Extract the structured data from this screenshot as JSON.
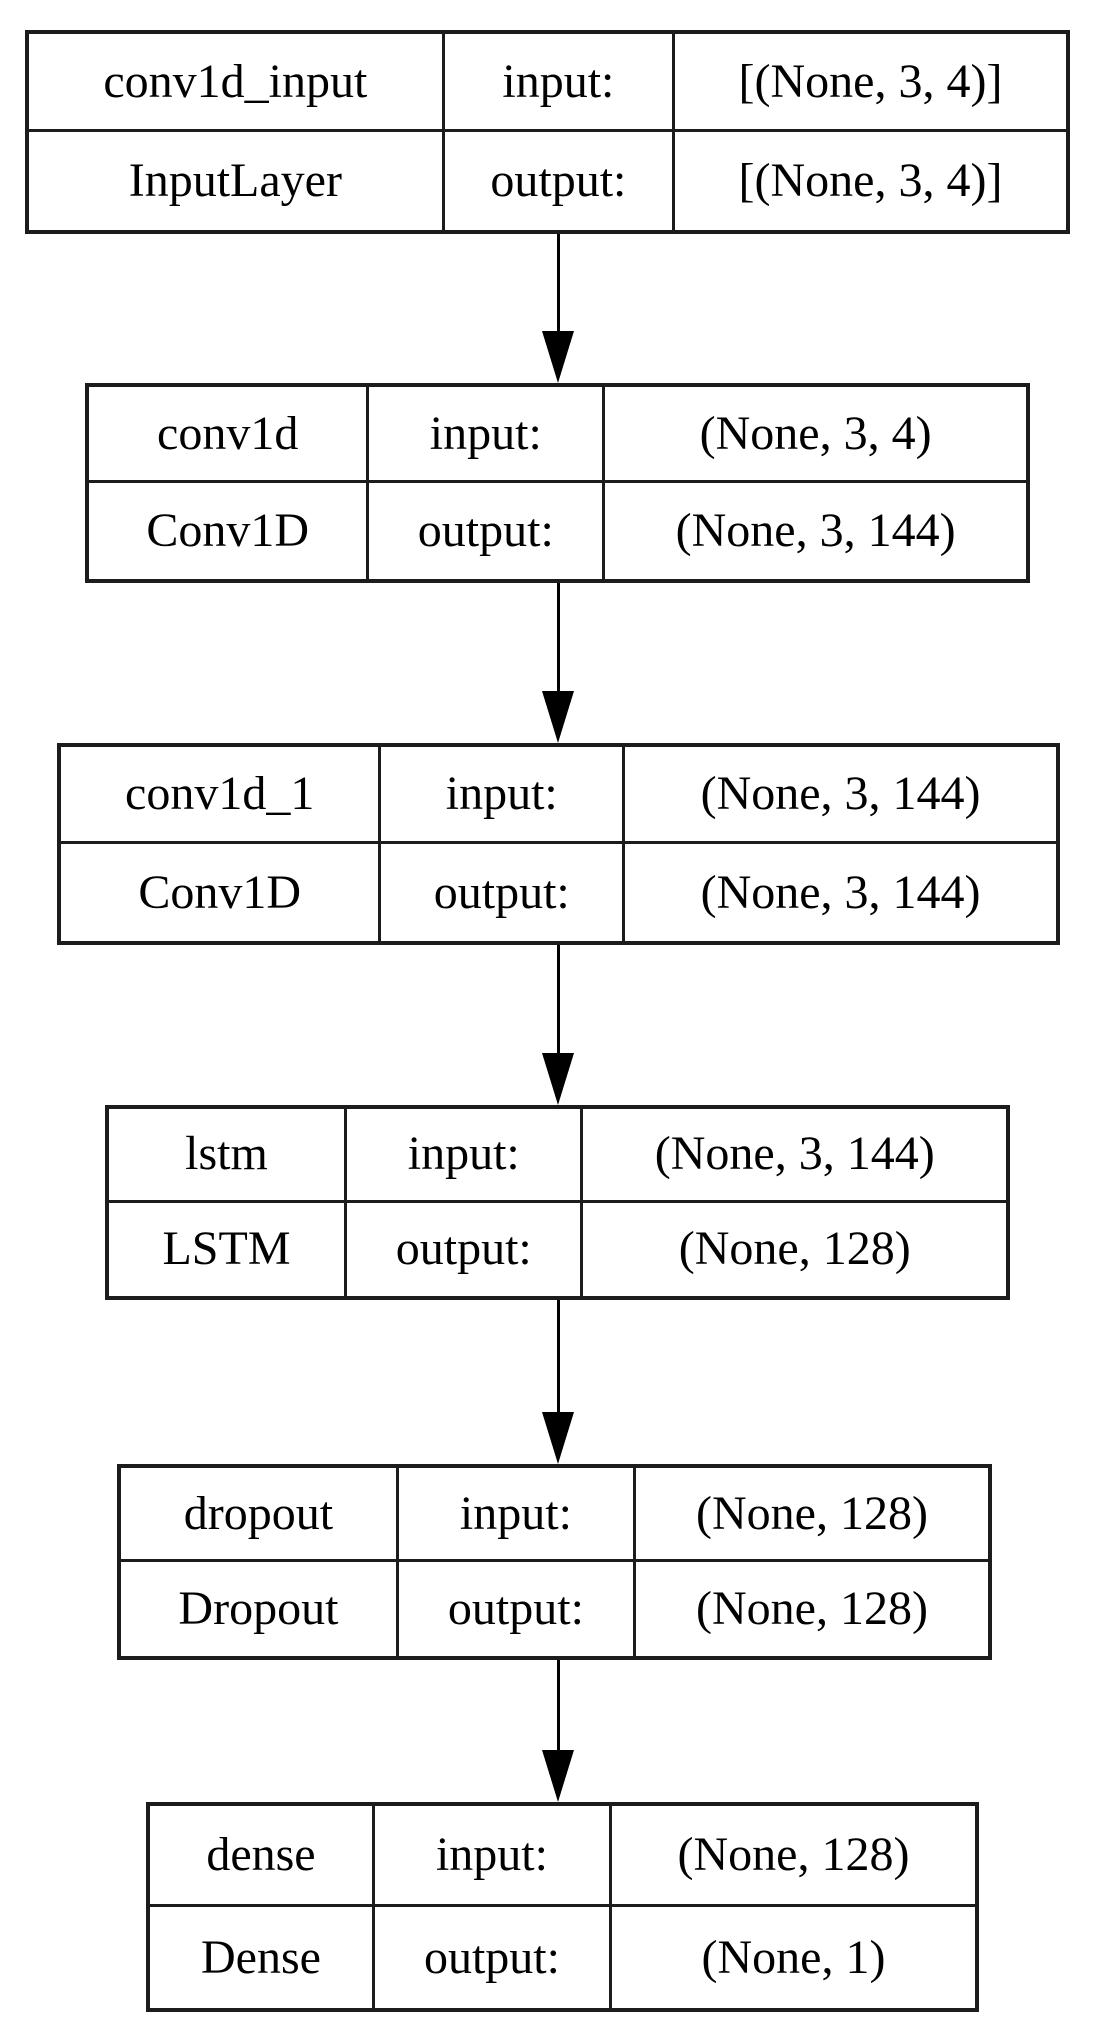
{
  "diagram": {
    "title": "keras-model-architecture",
    "background_color": "#ffffff",
    "border_color": "#1c1c1c",
    "text_color": "#000000",
    "labels": {
      "input": "input:",
      "output": "output:"
    },
    "layers": [
      {
        "name": "conv1d_input",
        "class": "InputLayer",
        "input_shape": "[(None, 3, 4)]",
        "output_shape": "[(None, 3, 4)]"
      },
      {
        "name": "conv1d",
        "class": "Conv1D",
        "input_shape": "(None, 3, 4)",
        "output_shape": "(None, 3, 144)"
      },
      {
        "name": "conv1d_1",
        "class": "Conv1D",
        "input_shape": "(None, 3, 144)",
        "output_shape": "(None, 3, 144)"
      },
      {
        "name": "lstm",
        "class": "LSTM",
        "input_shape": "(None, 3, 144)",
        "output_shape": "(None, 128)"
      },
      {
        "name": "dropout",
        "class": "Dropout",
        "input_shape": "(None, 128)",
        "output_shape": "(None, 128)"
      },
      {
        "name": "dense",
        "class": "Dense",
        "input_shape": "(None, 128)",
        "output_shape": "(None, 1)"
      }
    ]
  }
}
